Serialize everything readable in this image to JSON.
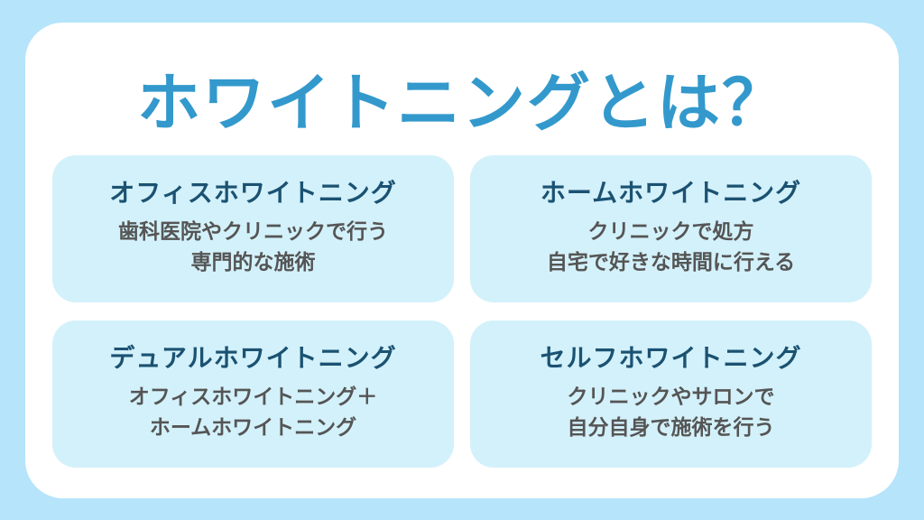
{
  "title": "ホワイトニングとは？",
  "panels": [
    {
      "heading": "オフィスホワイトニング",
      "lines": [
        "歯科医院やクリニックで行う",
        "専門的な施術"
      ]
    },
    {
      "heading": "ホームホワイトニング",
      "lines": [
        "クリニックで処方",
        "自宅で好きな時間に行える"
      ]
    },
    {
      "heading": "デュアルホワイトニング",
      "lines": [
        "オフィスホワイトニング＋",
        "ホームホワイトニング"
      ]
    },
    {
      "heading": "セルフホワイトニング",
      "lines": [
        "クリニックやサロンで",
        "自分自身で施術を行う"
      ]
    }
  ],
  "colors": {
    "background": "#b5e4fb",
    "title": "#3399cc",
    "panel": "#d3f1fa",
    "heading": "#1b5272",
    "body": "#555555"
  }
}
